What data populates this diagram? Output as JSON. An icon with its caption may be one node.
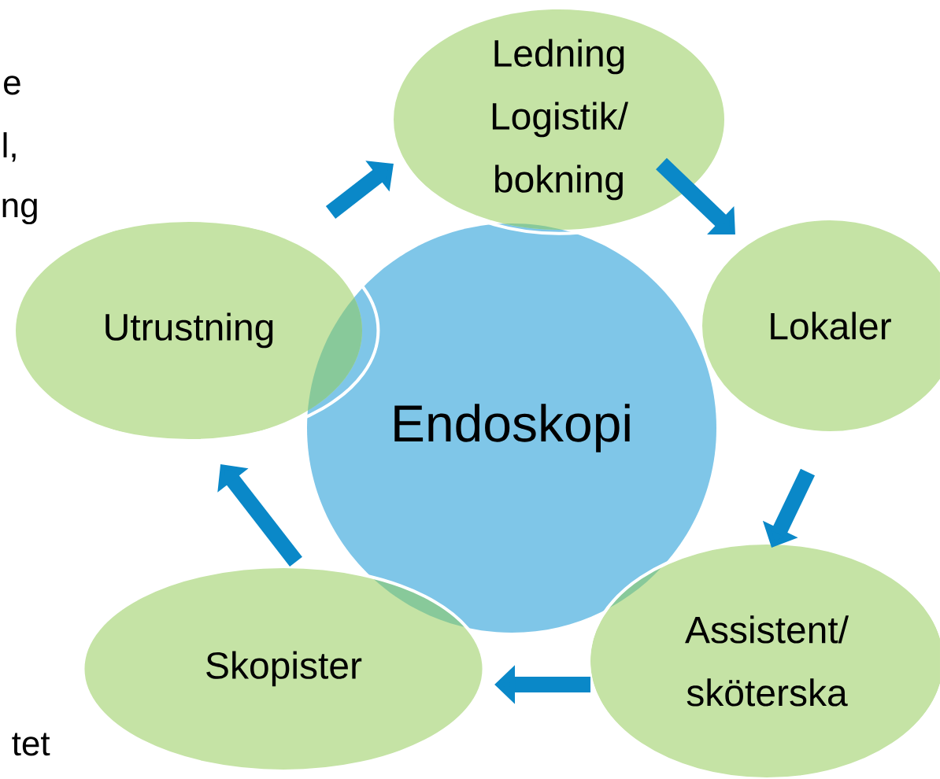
{
  "diagram": {
    "nodes": [
      {
        "text": [
          "Endoskopi"
        ]
      },
      {
        "text": [
          "Ledning Logistik/ bokning"
        ]
      },
      {
        "text": [
          "Lokaler"
        ]
      },
      {
        "text": [
          "Assistent/ sköterska"
        ]
      },
      {
        "text": [
          "Skopister"
        ]
      },
      {
        "text": [
          "Utrustning"
        ]
      }
    ],
    "edges": [
      {
        "from": 1,
        "to": 2,
        "arrow": "to"
      },
      {
        "from": 2,
        "to": 3,
        "arrow": "to"
      },
      {
        "from": 3,
        "to": 4,
        "arrow": "to"
      },
      {
        "from": 4,
        "to": 5,
        "arrow": "to"
      },
      {
        "from": 5,
        "to": 1,
        "arrow": "to"
      }
    ],
    "labels": [
      "e",
      "l,",
      "ng",
      "tet"
    ]
  }
}
